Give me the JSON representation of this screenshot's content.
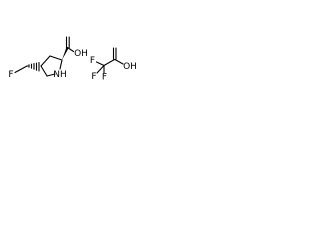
{
  "molecule": {
    "atoms": {
      "fluorine_left": "F",
      "nitrogen_ring": "NH",
      "hydroxyl_left": "OH",
      "hydroxyl_right": "OH",
      "fluorine_top": "F",
      "fluorine_mid": "F",
      "fluorine_bottom": "F"
    },
    "colors": {
      "bonds": "#000000",
      "labels": "#000000",
      "background": "#ffffff"
    }
  }
}
